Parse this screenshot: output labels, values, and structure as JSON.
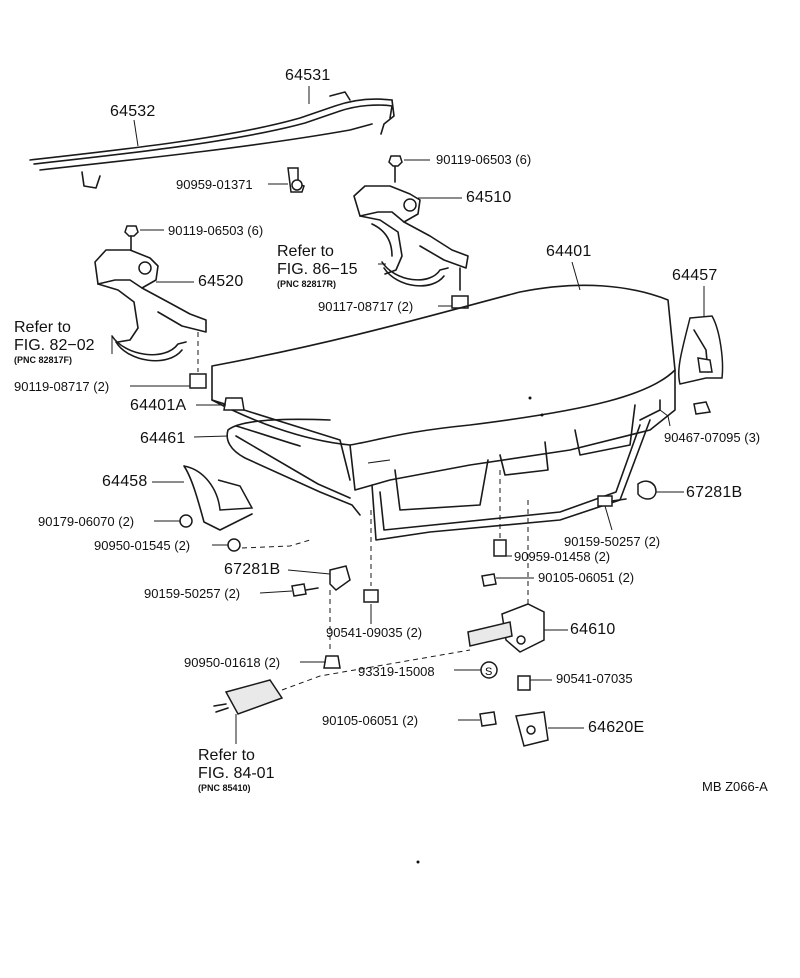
{
  "callouts": {
    "p64531": "64531",
    "p64532": "64532",
    "p90959_01371": "90959-01371",
    "p90119_06503_a": "90119-06503 (6)",
    "p64510": "64510",
    "p90119_06503_b": "90119-06503 (6)",
    "p64520": "64520",
    "p90117_08717": "90117-08717 (2)",
    "p64401": "64401",
    "p64457": "64457",
    "p90119_08717": "90119-08717 (2)",
    "p64401A": "64401A",
    "p64461": "64461",
    "p90467_07095": "90467-07095 (3)",
    "p64458": "64458",
    "p67281B_right": "67281B",
    "p90179_06070": "90179-06070 (2)",
    "p90159_50257_right": "90159-50257 (2)",
    "p90950_01545": "90950-01545 (2)",
    "p90959_01458": "90959-01458 (2)",
    "p67281B_left": "67281B",
    "p90105_06051_a": "90105-06051 (2)",
    "p90159_50257_left": "90159-50257 (2)",
    "p64610": "64610",
    "p90541_09035": "90541-09035 (2)",
    "p90950_01618": "90950-01618 (2)",
    "p93319_15008": "93319-15008",
    "p90541_07035": "90541-07035",
    "p90105_06051_b": "90105-06051 (2)",
    "p64620E": "64620E"
  },
  "refs": {
    "fig86": {
      "line1": "Refer to",
      "line2": "FIG. 86−15",
      "pnc": "(PNC 82817R)"
    },
    "fig82": {
      "line1": "Refer to",
      "line2": "FIG. 82−02",
      "pnc": "(PNC 82817F)"
    },
    "fig84": {
      "line1": "Refer to",
      "line2": "FIG. 84-01",
      "pnc": "(PNC 85410)"
    }
  },
  "footer": {
    "code": "MB Z066-A"
  }
}
